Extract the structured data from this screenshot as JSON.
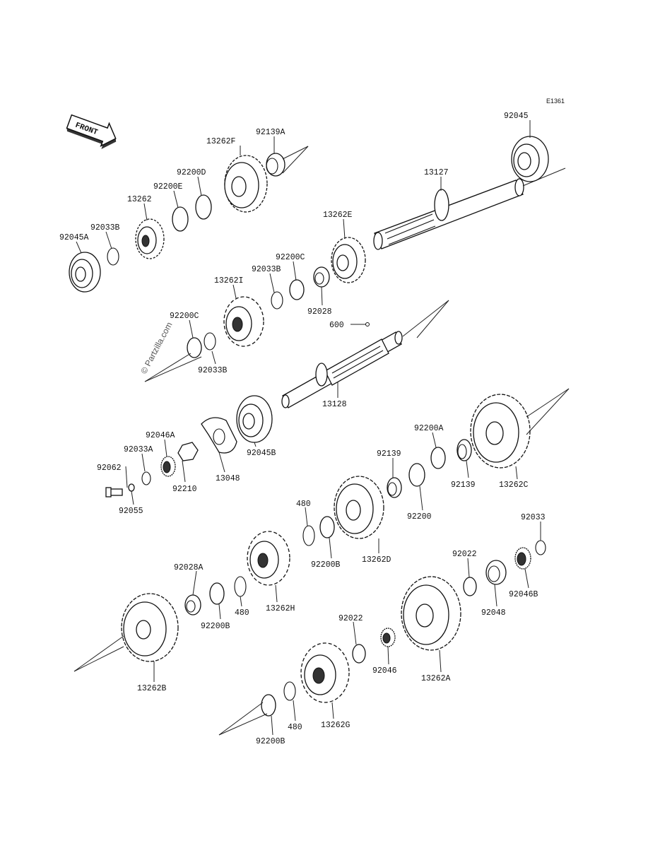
{
  "diagram_code": "E1361",
  "front_arrow_label": "FRONT",
  "watermark": "© Partzilla.com",
  "footer": "",
  "labels": {
    "p92045": "92045",
    "p92139A": "92139A",
    "p13262F": "13262F",
    "p13127": "13127",
    "p92200D": "92200D",
    "p92200E": "92200E",
    "p13262": "13262",
    "p92033B_1": "92033B",
    "p92045A": "92045A",
    "p13262E": "13262E",
    "p92200C_1": "92200C",
    "p92033B_2": "92033B",
    "p13262I": "13262I",
    "p92028": "92028",
    "p600": "600",
    "p92200C_2": "92200C",
    "p92033B_3": "92033B",
    "p13128": "13128",
    "p92046A": "92046A",
    "p92033A": "92033A",
    "p92062": "92062",
    "p92210": "92210",
    "p13048": "13048",
    "p92045B": "92045B",
    "p92055": "92055",
    "p92200A": "92200A",
    "p92139_1": "92139",
    "p92139_2": "92139",
    "p13262C": "13262C",
    "p92200": "92200",
    "p480_1": "480",
    "p92200B_1": "92200B",
    "p13262D": "13262D",
    "p92033": "92033",
    "p92022_1": "92022",
    "p92046B": "92046B",
    "p92048": "92048",
    "p92028A": "92028A",
    "p92200B_2": "92200B",
    "p480_2": "480",
    "p13262H": "13262H",
    "p92022_2": "92022",
    "p92046": "92046",
    "p13262A": "13262A",
    "p13262B": "13262B",
    "p480_3": "480",
    "p13262G": "13262G",
    "p92200B_3": "92200B"
  }
}
